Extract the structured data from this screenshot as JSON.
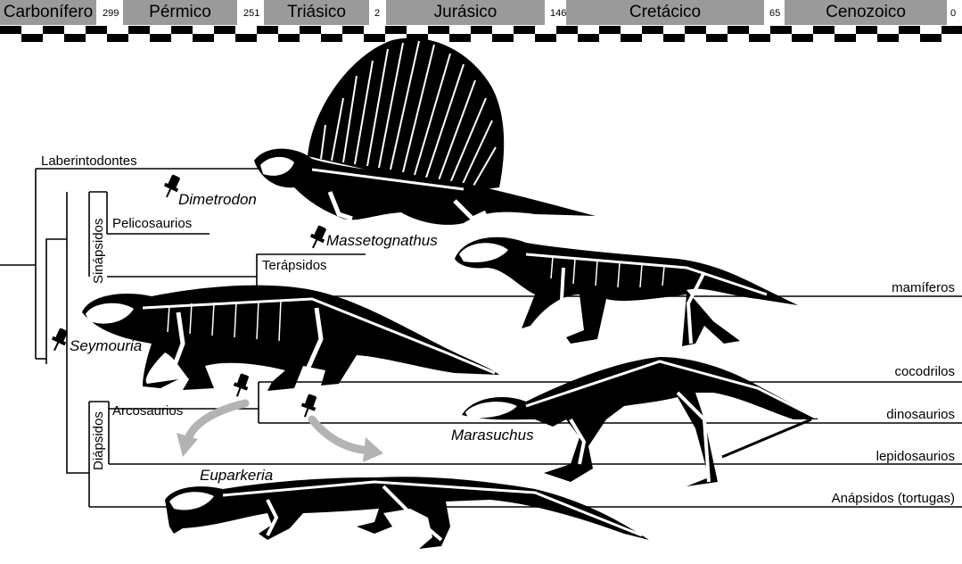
{
  "timescale": {
    "periods": [
      {
        "name": "Carbonífero"
      },
      {
        "name": "Pérmico"
      },
      {
        "name": "Triásico"
      },
      {
        "name": "Jurásico"
      },
      {
        "name": "Cretácico"
      },
      {
        "name": "Cenozoico"
      }
    ],
    "boundaries_ma": [
      "299",
      "251",
      "2",
      "146",
      "65",
      "0"
    ]
  },
  "clades": {
    "laberintodontes": "Laberintodontes",
    "sinapsidos": "Sinápsidos",
    "pelicosaurios": "Pelicosaurios",
    "terapsidos": "Terápsidos",
    "diapsidos": "Diápsidos",
    "arcosaurios": "Arcosaurios"
  },
  "terminals": {
    "mamiferos": "mamíferos",
    "cocodrilos": "cocodrilos",
    "dinosaurios": "dinosaurios",
    "lepidosaurios": "lepidosaurios",
    "anapsidos": "Anápsidos (tortugas)"
  },
  "fossils": {
    "dimetrodon": "Dimetrodon",
    "massetognathus": "Massetognathus",
    "seymouria": "Seymouria",
    "marasuchus": "Marasuchus",
    "euparkeria": "Euparkeria"
  },
  "colors": {
    "period_bar": "#9a9a9a",
    "tree_line": "#000000",
    "arrow": "#b3b3b3",
    "skeleton": "#000000",
    "bone": "#ffffff"
  },
  "icons": [
    "pin-icon",
    "curved-arrow-icon",
    "skeleton-silhouette"
  ]
}
